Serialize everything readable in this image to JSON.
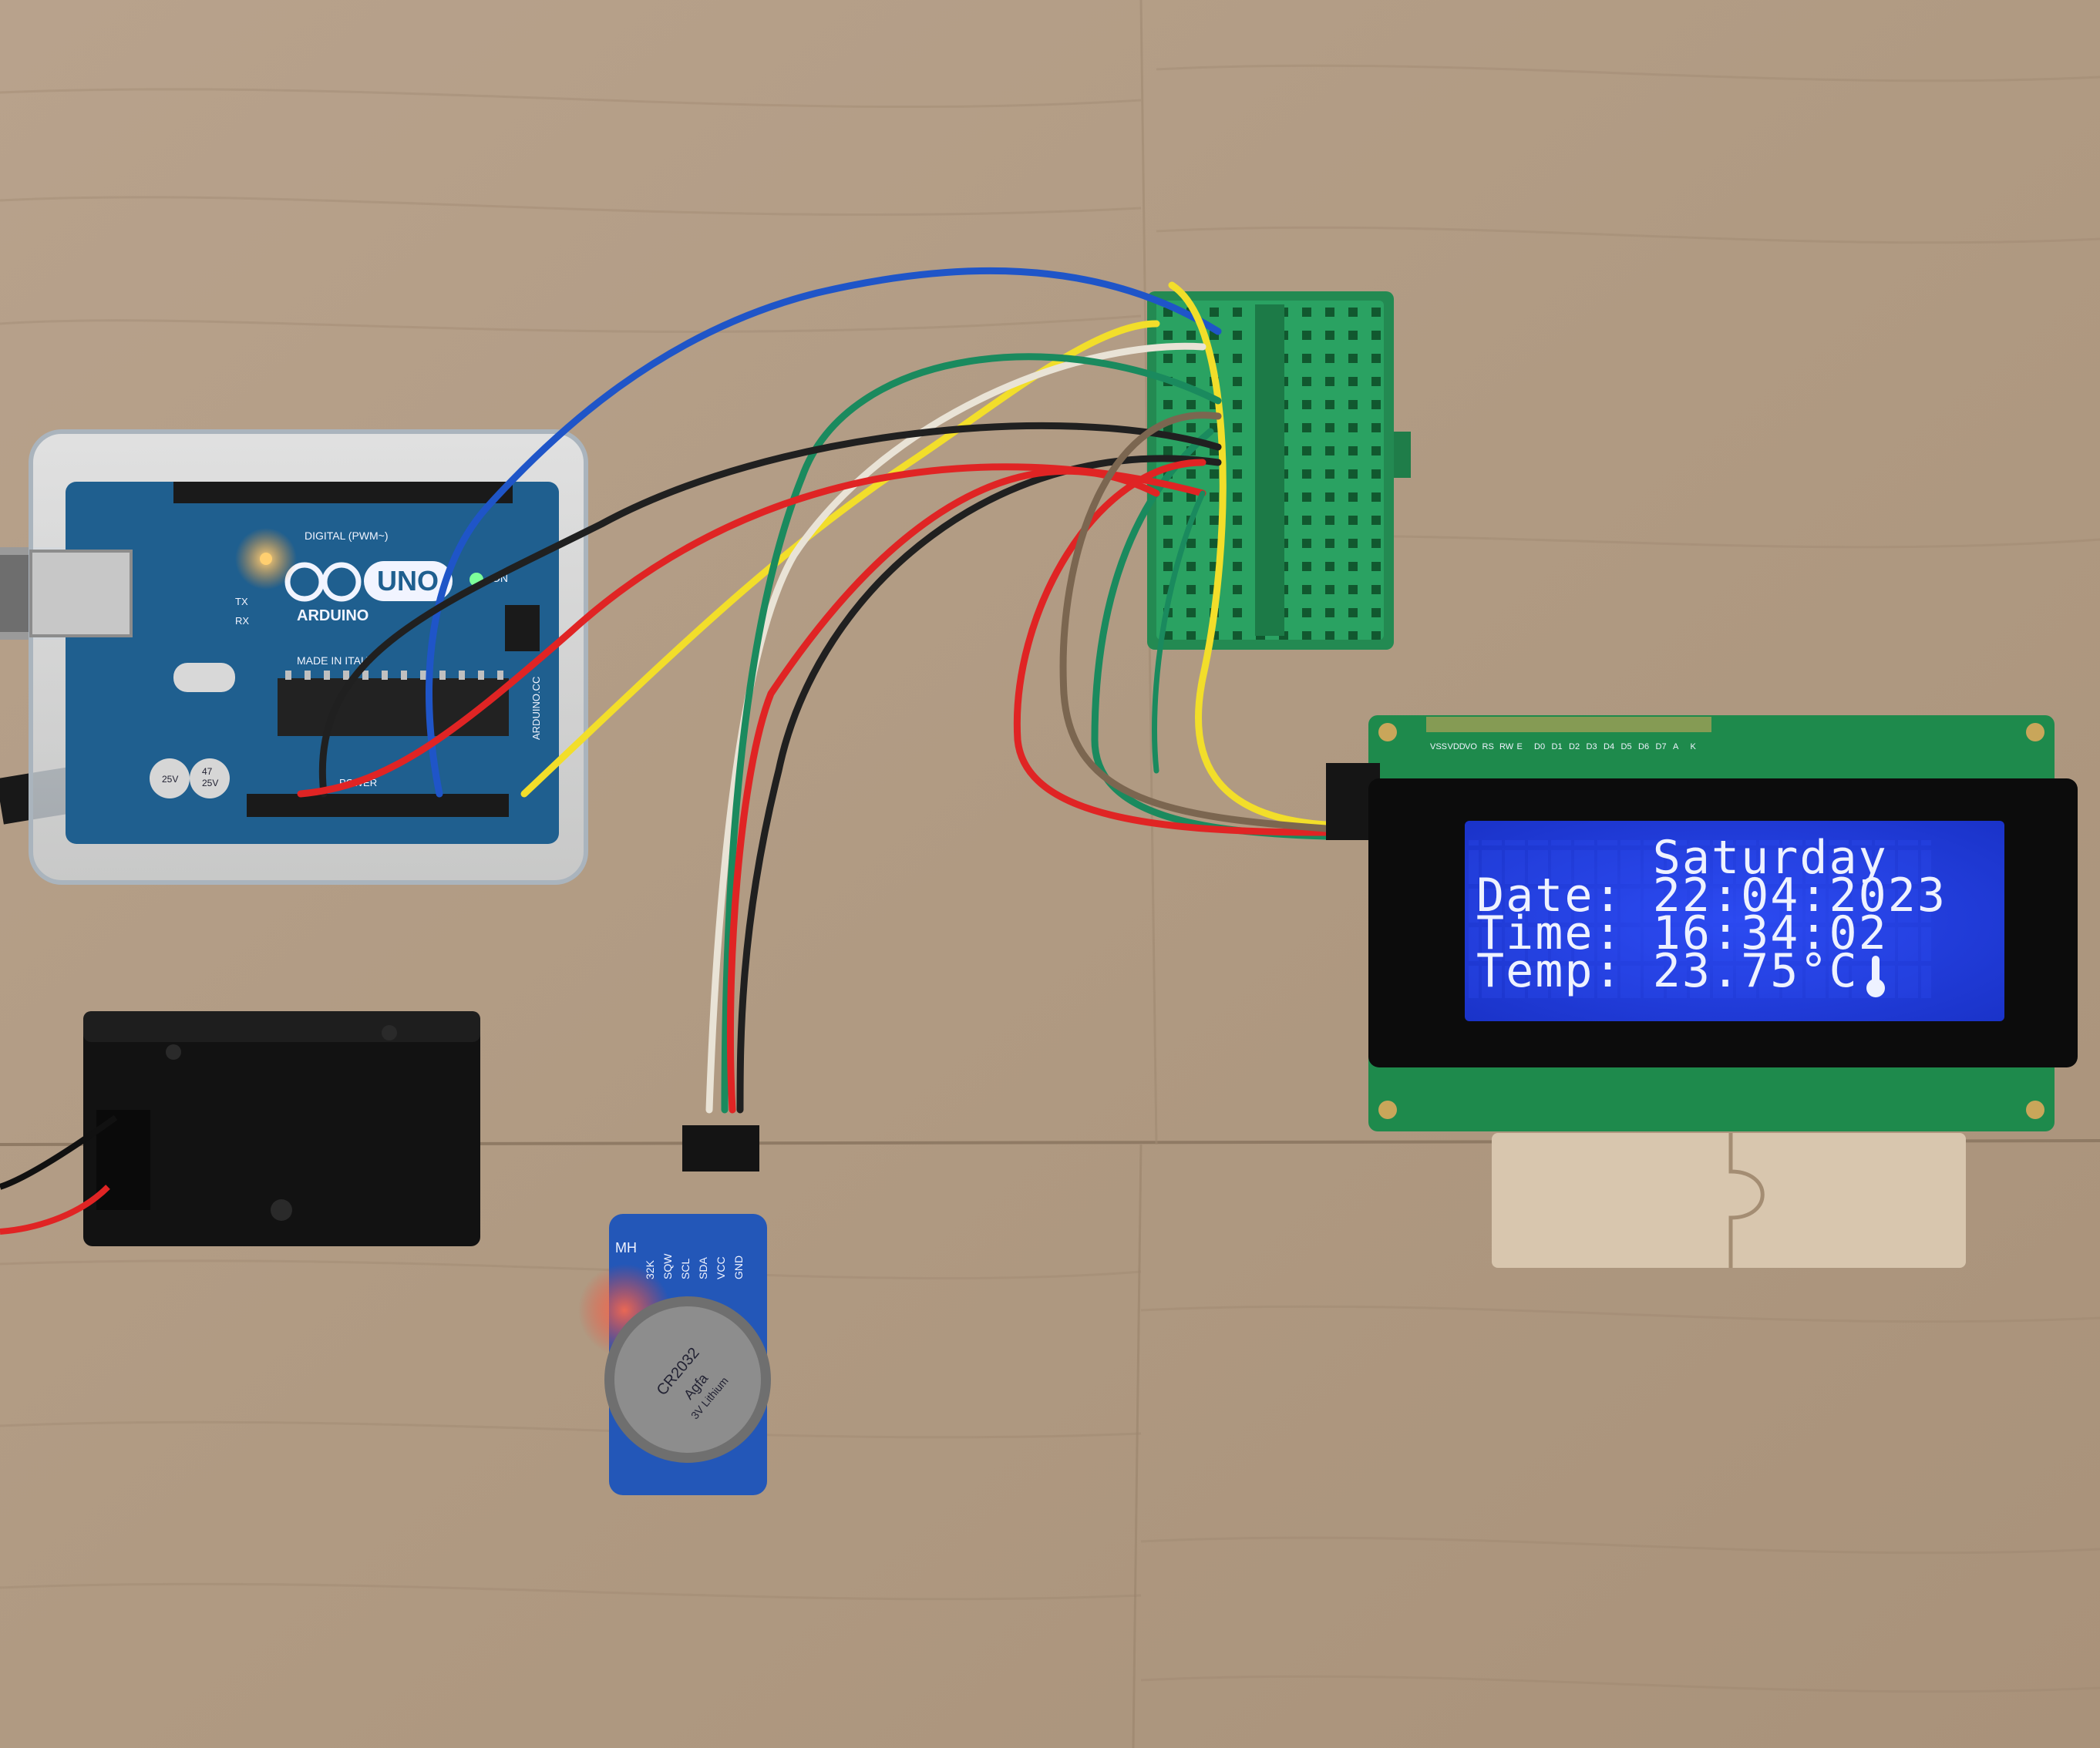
{
  "arduino": {
    "brand": "ARDUINO",
    "model": "UNO",
    "made_in": "MADE IN ITALY",
    "label_on": "ON",
    "label_tx": "TX",
    "label_rx": "RX",
    "label_digital": "DIGITAL (PWM~)",
    "label_power": "POWER",
    "label_url": "ARDUINO.CC",
    "cap_labels": [
      "25V",
      "47",
      "25V"
    ]
  },
  "lcd": {
    "pin_labels": [
      "VSS",
      "VDD",
      "VO",
      "RS",
      "RW",
      "E",
      "D0",
      "D1",
      "D2",
      "D3",
      "D4",
      "D5",
      "D6",
      "D7",
      "A",
      "K"
    ],
    "lines": [
      "      Saturday",
      "Date: 22:04:2023",
      "Time: 16:34:02",
      "Temp: 23.75°C   "
    ],
    "thermometer_glyph": "thermometer-icon",
    "backlight_color": "#1f3ee8"
  },
  "rtc": {
    "vendor": "MH",
    "pin_labels": [
      "32K",
      "SQW",
      "SCL",
      "SDA",
      "VCC",
      "GND"
    ],
    "battery_label": "CR2032",
    "battery_brand": "Agfa",
    "battery_sub": "3V Lithium"
  },
  "colors": {
    "wood": "#b49c85",
    "breadboard": "#2aa262",
    "arduino_pcb": "#1f5f8f",
    "lcd_pcb": "#1e8a4c",
    "rtc_pcb": "#2357b8",
    "wires": [
      "#1f55c8",
      "#f2de2a",
      "#e9e3d6",
      "#1a8a5e",
      "#202020",
      "#e02424",
      "#7b6650"
    ]
  }
}
